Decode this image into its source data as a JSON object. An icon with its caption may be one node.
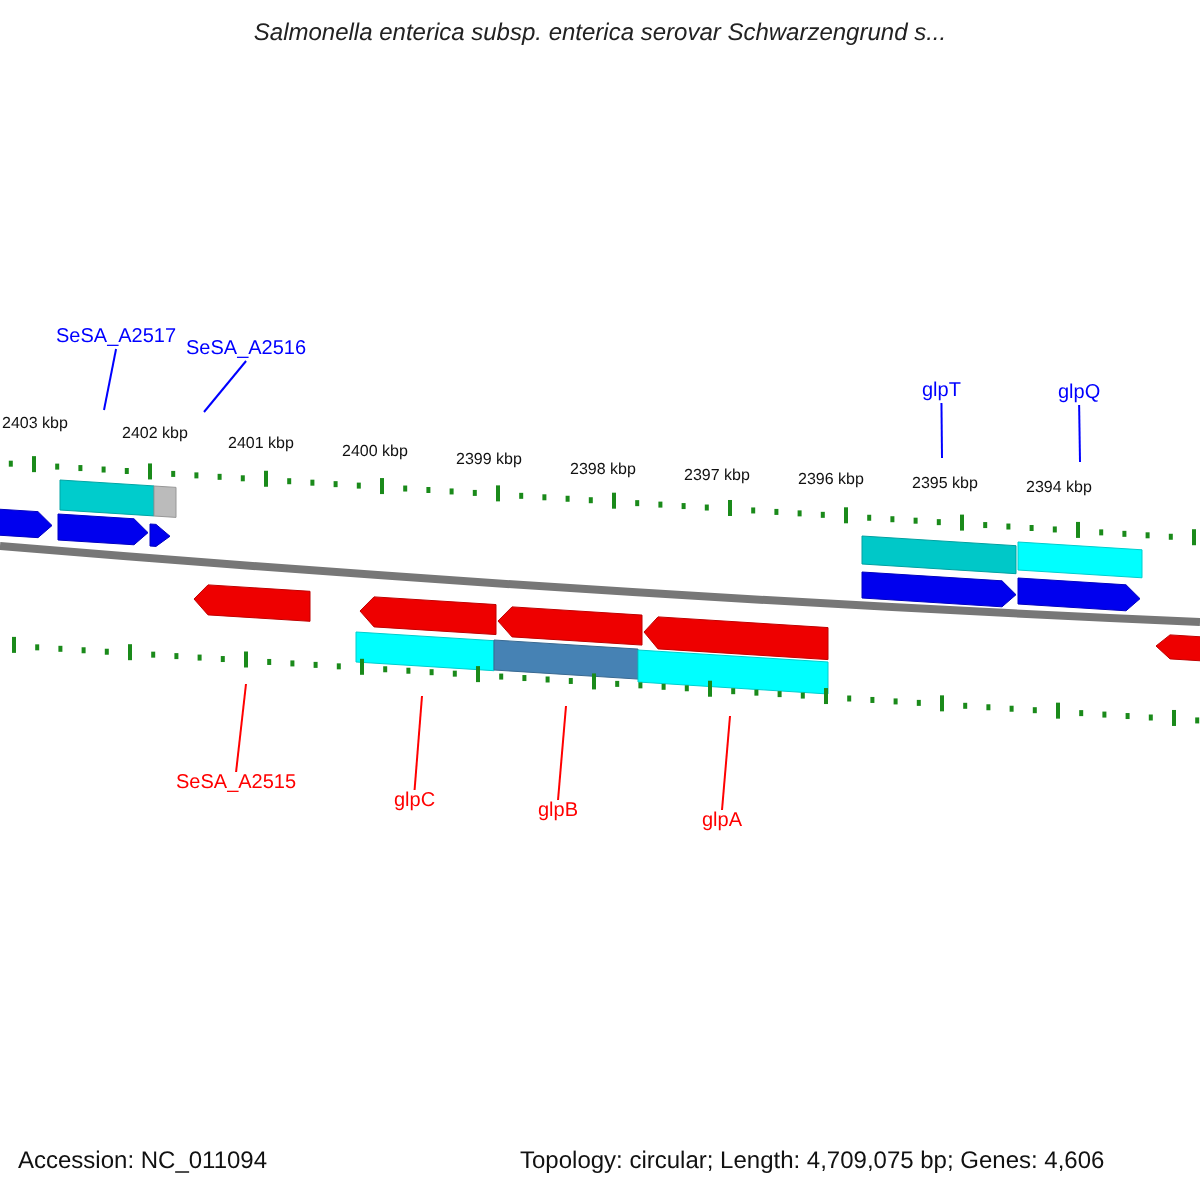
{
  "diagram": {
    "title": "Salmonella enterica subsp. enterica serovar Schwarzengrund s...",
    "nodes": [
      {
        "text": [
          "SeSA_A2517"
        ]
      },
      {
        "text": [
          "SeSA_A2516"
        ]
      },
      {
        "text": [
          "glpT"
        ]
      },
      {
        "text": [
          "glpQ"
        ]
      },
      {
        "text": [
          "SeSA_A2515"
        ]
      },
      {
        "text": [
          "glpC"
        ]
      },
      {
        "text": [
          "glpB"
        ]
      },
      {
        "text": [
          "glpA"
        ]
      }
    ],
    "edges": [
      {
        "from": 0,
        "to": null,
        "arrow": "none",
        "color": "#0000ff"
      },
      {
        "from": 1,
        "to": null,
        "arrow": "none",
        "color": "#0000ff"
      },
      {
        "from": 2,
        "to": null,
        "arrow": "none",
        "color": "#0000ff"
      },
      {
        "from": 3,
        "to": null,
        "arrow": "none",
        "color": "#0000ff"
      },
      {
        "from": 4,
        "to": null,
        "arrow": "none",
        "color": "#ff0000"
      },
      {
        "from": 5,
        "to": null,
        "arrow": "none",
        "color": "#ff0000"
      },
      {
        "from": 6,
        "to": null,
        "arrow": "none",
        "color": "#ff0000"
      },
      {
        "from": 7,
        "to": null,
        "arrow": "none",
        "color": "#ff0000"
      }
    ],
    "labels": [
      "2403 kbp",
      "2402 kbp",
      "2401 kbp",
      "2400 kbp",
      "2399 kbp",
      "2398 kbp",
      "2397 kbp",
      "2396 kbp",
      "2395 kbp",
      "2394 kbp",
      "Accession: NC_011094",
      "Topology: circular; Length: 4,709,075 bp; Genes: 4,606"
    ]
  }
}
